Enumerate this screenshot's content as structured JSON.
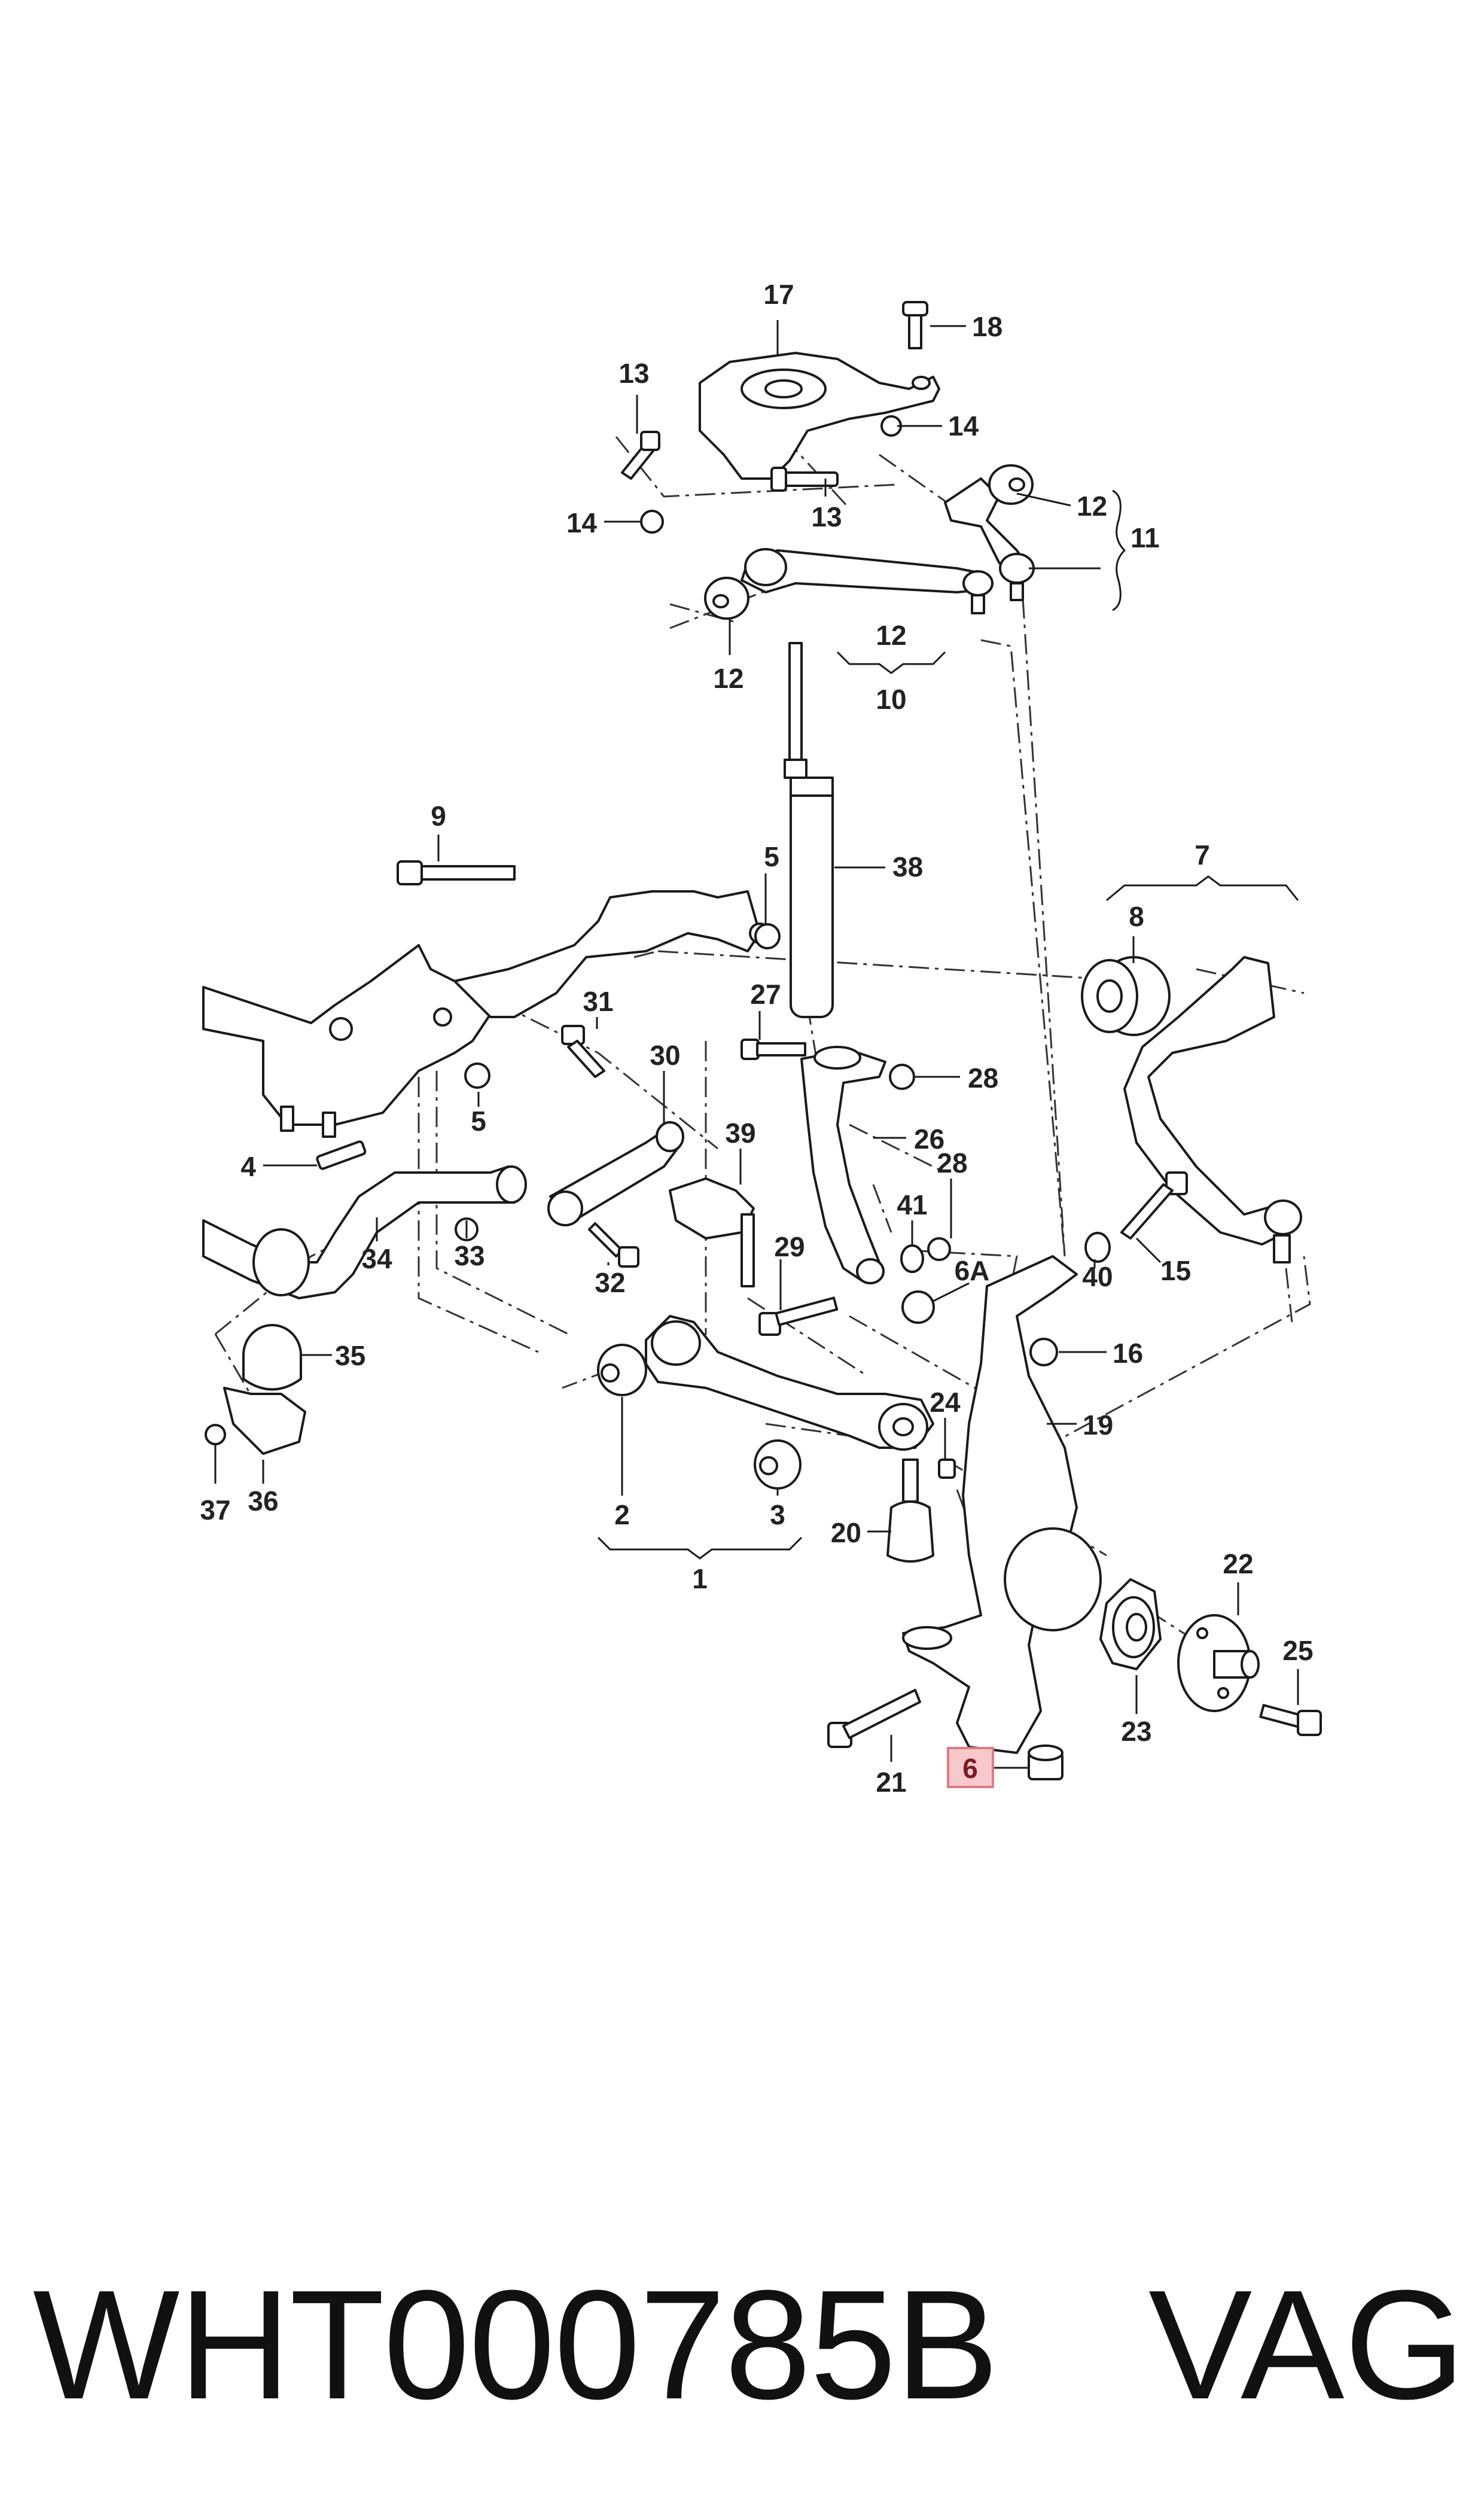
{
  "diagram": {
    "callouts": [
      "1",
      "2",
      "3",
      "4",
      "5",
      "5",
      "6",
      "6A",
      "7",
      "8",
      "9",
      "10",
      "11",
      "12",
      "12",
      "12",
      "13",
      "13",
      "14",
      "14",
      "15",
      "16",
      "17",
      "18",
      "19",
      "20",
      "21",
      "22",
      "23",
      "24",
      "25",
      "26",
      "27",
      "28",
      "28",
      "29",
      "30",
      "31",
      "32",
      "33",
      "34",
      "35",
      "36",
      "37",
      "38",
      "39",
      "40",
      "41"
    ],
    "highlighted_callout": "6",
    "highlight_color": "#f7c8cc",
    "highlight_border_color": "#e07a86"
  },
  "footer": {
    "part_number": "WHT000785B",
    "brand": "VAG"
  }
}
